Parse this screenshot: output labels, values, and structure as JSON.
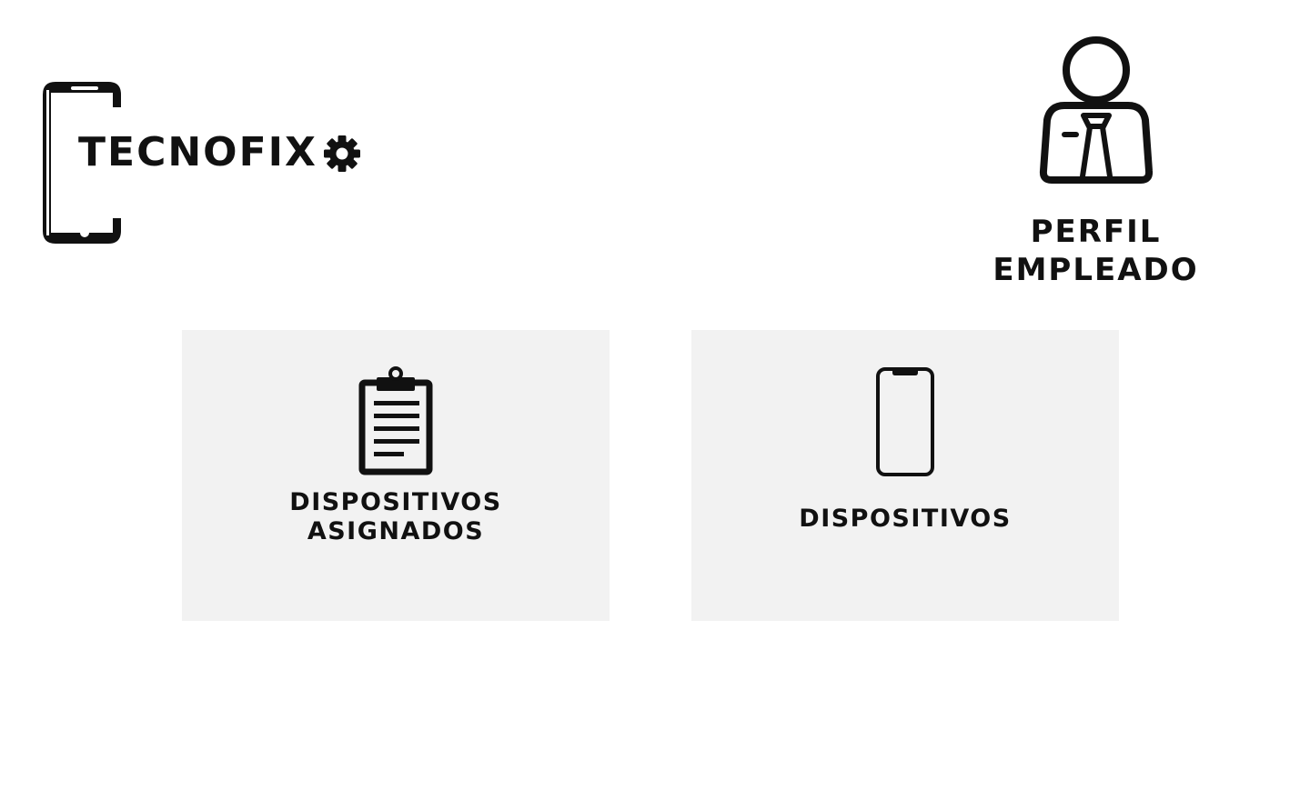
{
  "header": {
    "logo": {
      "text": "TECNOFIX",
      "icons": [
        "smartphone-outline-icon",
        "gear-icon"
      ]
    },
    "profile": {
      "label": "PERFIL\nEMPLEADO",
      "icon": "employee-tie-icon"
    }
  },
  "menu": {
    "cards": [
      {
        "label": "DISPOSITIVOS\nASIGNADOS",
        "icon": "clipboard-icon"
      },
      {
        "label": "DISPOSITIVOS",
        "icon": "smartphone-icon"
      }
    ]
  },
  "colors": {
    "ink": "#111111",
    "card_background": "#f2f2f2",
    "page_background": "#ffffff"
  }
}
